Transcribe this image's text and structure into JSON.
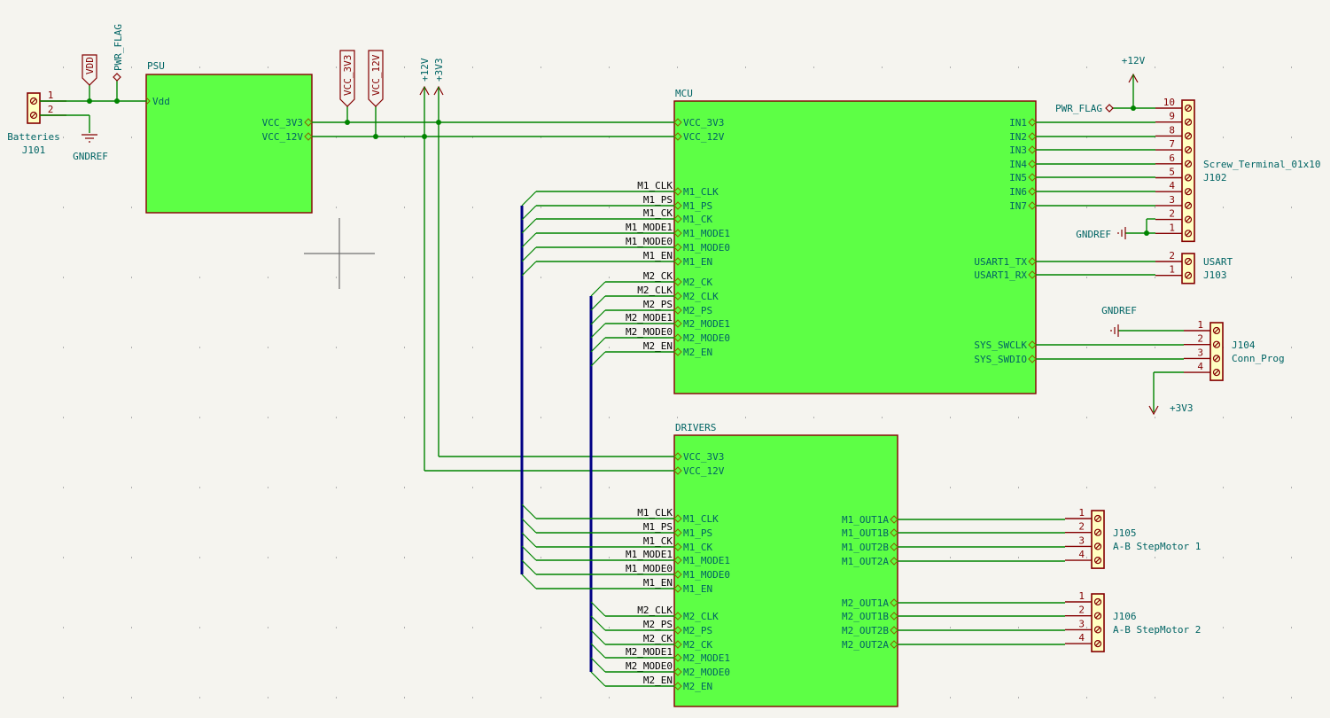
{
  "app": "KiCad Schematic Editor",
  "sheets": {
    "psu": {
      "name": "PSU",
      "pins_left": [
        "Vdd"
      ],
      "pins_right": [
        "VCC_3V3",
        "VCC_12V"
      ]
    },
    "mcu": {
      "name": "MCU",
      "pins_left": [
        "VCC_3V3",
        "VCC_12V",
        "M1_CLK",
        "M1_PS",
        "M1_CK",
        "M1_MODE1",
        "M1_MODE0",
        "M1_EN",
        "M2_CK",
        "M2_CLK",
        "M2_PS",
        "M2_MODE1",
        "M2_MODE0",
        "M2_EN"
      ],
      "pins_right": [
        "IN1",
        "IN2",
        "IN3",
        "IN4",
        "IN5",
        "IN6",
        "IN7",
        "USART1_TX",
        "USART1_RX",
        "SYS_SWCLK",
        "SYS_SWDIO"
      ]
    },
    "drivers": {
      "name": "DRIVERS",
      "pins_left": [
        "VCC_3V3",
        "VCC_12V",
        "M1_CLK",
        "M1_PS",
        "M1_CK",
        "M1_MODE1",
        "M1_MODE0",
        "M1_EN",
        "M2_CLK",
        "M2_PS",
        "M2_CK",
        "M2_MODE1",
        "M2_MODE0",
        "M2_EN"
      ],
      "pins_right": [
        "M1_OUT1A",
        "M1_OUT1B",
        "M1_OUT2B",
        "M1_OUT2A",
        "M2_OUT1A",
        "M2_OUT1B",
        "M2_OUT2B",
        "M2_OUT2A"
      ]
    }
  },
  "net_labels": {
    "mcu_m1": [
      "M1_CLK",
      "M1_PS",
      "M1_CK",
      "M1_MODE1",
      "M1_MODE0",
      "M1_EN"
    ],
    "mcu_m2": [
      "M2_CK",
      "M2_CLK",
      "M2_PS",
      "M2_MODE1",
      "M2_MODE0",
      "M2_EN"
    ],
    "drv_m1": [
      "M1_CLK",
      "M1_PS",
      "M1_CK",
      "M1_MODE1",
      "M1_MODE0",
      "M1_EN"
    ],
    "drv_m2": [
      "M2_CLK",
      "M2_PS",
      "M2_CK",
      "M2_MODE1",
      "M2_MODE0",
      "M2_EN"
    ]
  },
  "global_labels": [
    "VDD",
    "VCC_3V3",
    "VCC_12V"
  ],
  "power_symbols": {
    "pwr_flag": "PWR_FLAG",
    "p12v": "+12V",
    "p3v3": "+3V3",
    "gndref": "GNDREF"
  },
  "connectors": {
    "j101": {
      "ref": "J101",
      "value": "Batteries",
      "pins": [
        "1",
        "2"
      ]
    },
    "j102": {
      "ref": "J102",
      "value": "Screw_Terminal_01x10",
      "pins": [
        "10",
        "9",
        "8",
        "7",
        "6",
        "5",
        "4",
        "3",
        "2",
        "1"
      ]
    },
    "j103": {
      "ref": "J103",
      "value": "USART",
      "pins": [
        "2",
        "1"
      ]
    },
    "j104": {
      "ref": "J104",
      "value": "Conn_Prog",
      "pins": [
        "1",
        "2",
        "3",
        "4"
      ]
    },
    "j105": {
      "ref": "J105",
      "value": "A-B StepMotor 1",
      "pins": [
        "1",
        "2",
        "3",
        "4"
      ]
    },
    "j106": {
      "ref": "J106",
      "value": "A-B StepMotor 2",
      "pins": [
        "1",
        "2",
        "3",
        "4"
      ]
    }
  },
  "colors": {
    "wire": "#008400",
    "bus": "#000084",
    "sheet_fill": "#5dff45",
    "sheet_border": "#840000",
    "label_text": "#006464",
    "connector_fill": "#ffffc2",
    "background": "#f5f4ef"
  }
}
